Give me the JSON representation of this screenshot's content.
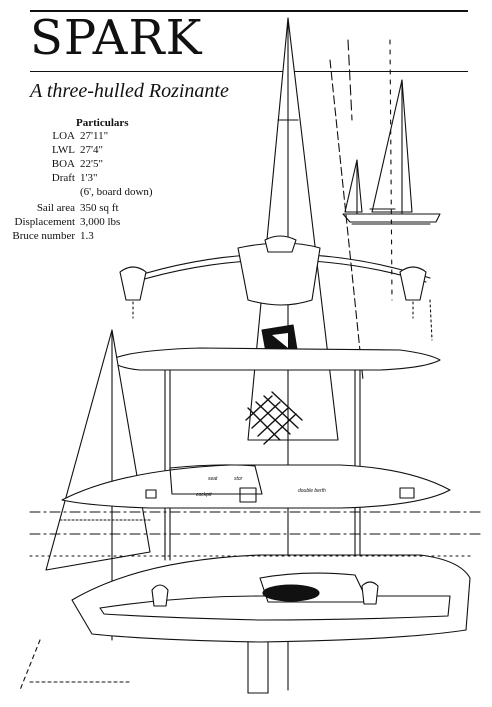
{
  "title": "SPARK",
  "subtitle": "A three-hulled Rozinante",
  "particulars": {
    "heading": "Particulars",
    "rows": [
      {
        "label": "LOA",
        "value": "27'11\""
      },
      {
        "label": "LWL",
        "value": "27'4\""
      },
      {
        "label": "BOA",
        "value": "22'5\""
      },
      {
        "label": "Draft",
        "value": "1'3\""
      },
      {
        "label": "",
        "value": "(6', board down)"
      },
      {
        "label": "Sail area",
        "value": "350 sq ft"
      },
      {
        "label": "Displacement",
        "value": "3,000 lbs"
      },
      {
        "label": "Bruce number",
        "value": "1.3"
      }
    ]
  },
  "plan_labels": {
    "seat": "seat",
    "stor": "stor",
    "double_berth": "double berth",
    "cockpit": "cockpit"
  },
  "colors": {
    "ink": "#111111",
    "paper": "#ffffff"
  }
}
